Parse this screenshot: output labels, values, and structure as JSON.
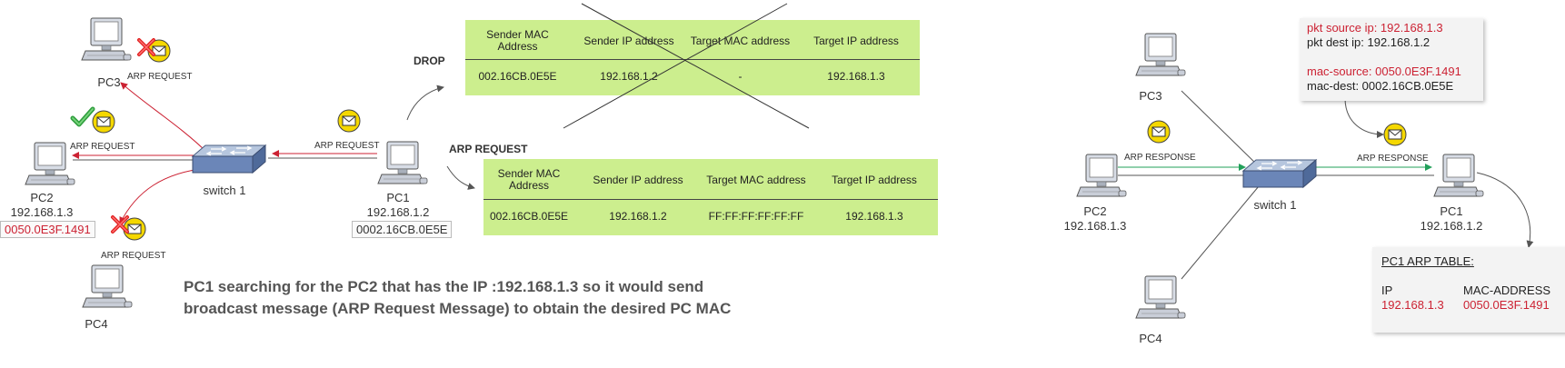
{
  "left": {
    "pcs": {
      "pc3": {
        "name": "PC3"
      },
      "pc2": {
        "name": "PC2",
        "ip": "192.168.1.3",
        "mac": "0050.0E3F.1491"
      },
      "pc1": {
        "name": "PC1",
        "ip": "192.168.1.2",
        "mac": "0002.16CB.0E5E"
      },
      "pc4": {
        "name": "PC4"
      }
    },
    "switch_label": "switch 1",
    "arp_request_labels": {
      "pc3": "ARP REQUEST",
      "pc2": "ARP REQUEST",
      "pc4": "ARP REQUEST",
      "pc1": "ARP REQUEST"
    },
    "drop_label": "DROP",
    "arp_request_title": "ARP  REQUEST",
    "drop_table": {
      "headers": [
        "Sender MAC Address",
        "Sender IP address",
        "Target MAC address",
        "Target IP address"
      ],
      "values": [
        "002.16CB.0E5E",
        "192.168.1.2",
        "-",
        "192.168.1.3"
      ]
    },
    "request_table": {
      "headers": [
        "Sender MAC Address",
        "Sender IP address",
        "Target MAC address",
        "Target IP address"
      ],
      "values": [
        "002.16CB.0E5E",
        "192.168.1.2",
        "FF:FF:FF:FF:FF:FF",
        "192.168.1.3"
      ]
    },
    "caption_line1": "PC1 searching for the PC2 that has the IP :192.168.1.3 so it would send",
    "caption_line2": "broadcast message (ARP Request Message) to obtain the desired PC MAC"
  },
  "right": {
    "pcs": {
      "pc3": {
        "name": "PC3"
      },
      "pc2": {
        "name": "PC2",
        "ip": "192.168.1.3"
      },
      "pc1": {
        "name": "PC1",
        "ip": "192.168.1.2"
      },
      "pc4": {
        "name": "PC4"
      }
    },
    "switch_label": "switch 1",
    "arp_response_left": "ARP RESPONSE",
    "arp_response_right": "ARP RESPONSE",
    "packet_info": {
      "src_ip": "pkt source ip: 192.168.1.3",
      "dest_ip": "pkt dest ip: 192.168.1.2",
      "mac_src": "mac-source: 0050.0E3F.1491",
      "mac_dest": "mac-dest: 0002.16CB.0E5E"
    },
    "arp_table": {
      "title": "PC1 ARP TABLE:",
      "col_ip": "IP",
      "col_mac": "MAC-ADDRESS",
      "ip": "192.168.1.3",
      "mac": "0050.0E3F.1491"
    }
  },
  "colors": {
    "table_bg": "#ccee8e",
    "request_arrow": "#cc2233",
    "response_arrow": "#22a05a",
    "envelope": "#f5d800"
  },
  "icons": [
    "pc-icon",
    "switch-icon",
    "envelope-icon",
    "check-icon",
    "red-x-icon"
  ]
}
